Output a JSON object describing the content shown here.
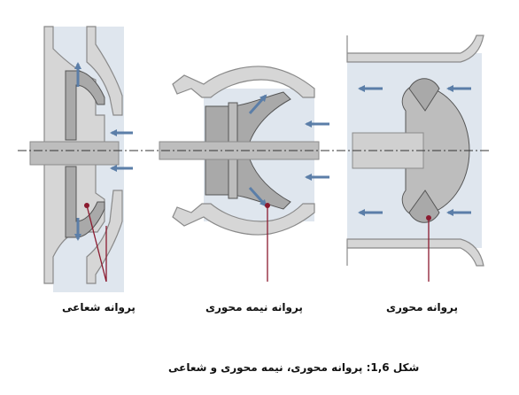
{
  "labels": {
    "radial": "پروانه شعاعی",
    "mixed": "پروانه نیمه محوری",
    "axial": "پروانه محوری"
  },
  "caption": "شکل 1,6: پروانه محوری، نیمه محوری و شعاعی",
  "colors": {
    "casing": "#d6d6d6",
    "casing_stroke": "#8a8a8a",
    "fluid": "#dfe6ee",
    "blade": "#a9a9a9",
    "hub": "#bdbdbd",
    "arrow": "#5b7ea8",
    "pointer": "#8b1a2f",
    "axis": "#333333"
  }
}
